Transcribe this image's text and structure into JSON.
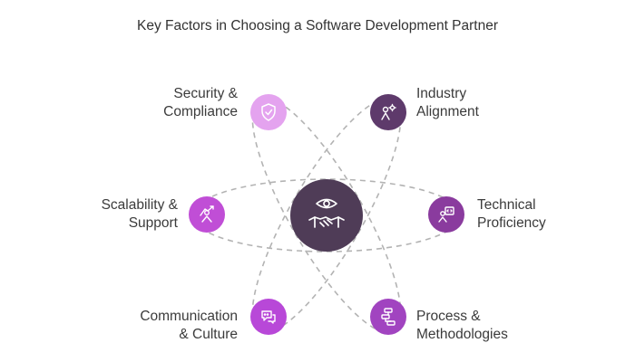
{
  "title": "Key Factors in Choosing a Software Development Partner",
  "center": {
    "icon": "handshake-eye-icon"
  },
  "factors": [
    {
      "line1": "Security &",
      "line2": "Compliance",
      "icon": "shield-check-icon",
      "color": "#e4a3ef"
    },
    {
      "line1": "Industry",
      "line2": "Alignment",
      "icon": "person-gear-icon",
      "color": "#5e3a6b"
    },
    {
      "line1": "Scalability &",
      "line2": "Support",
      "icon": "growth-person-icon",
      "color": "#c04ed6"
    },
    {
      "line1": "Technical",
      "line2": "Proficiency",
      "icon": "tech-person-icon",
      "color": "#8a3b9e"
    },
    {
      "line1": "Communication",
      "line2": "& Culture",
      "icon": "chat-bubble-icon",
      "color": "#b848d8"
    },
    {
      "line1": "Process &",
      "line2": "Methodologies",
      "icon": "process-flow-icon",
      "color": "#a144c0"
    }
  ],
  "colors": {
    "orbit": "#b3b3b3",
    "center": "#4f3c57"
  }
}
